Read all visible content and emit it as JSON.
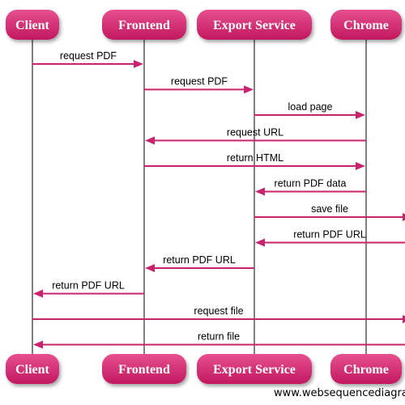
{
  "colors": {
    "accent": "#c8246e",
    "actor_fill_top": "#e6508f",
    "actor_fill_bottom": "#c1185f",
    "actor_text": "#ffffff",
    "lifeline": "#000000"
  },
  "participants": [
    {
      "id": "client",
      "label": "Client"
    },
    {
      "id": "frontend",
      "label": "Frontend"
    },
    {
      "id": "export",
      "label": "Export Service"
    },
    {
      "id": "chrome",
      "label": "Chrome"
    }
  ],
  "messages": [
    {
      "from": "client",
      "to": "frontend",
      "label": "request PDF"
    },
    {
      "from": "frontend",
      "to": "export",
      "label": "request PDF"
    },
    {
      "from": "export",
      "to": "chrome",
      "label": "load page"
    },
    {
      "from": "chrome",
      "to": "frontend",
      "label": "request URL"
    },
    {
      "from": "frontend",
      "to": "chrome",
      "label": "return HTML"
    },
    {
      "from": "chrome",
      "to": "export",
      "label": "return PDF data"
    },
    {
      "from": "export",
      "to": "offscreen",
      "label": "save file"
    },
    {
      "from": "offscreen",
      "to": "export",
      "label": "return PDF URL"
    },
    {
      "from": "export",
      "to": "frontend",
      "label": "return PDF URL"
    },
    {
      "from": "frontend",
      "to": "client",
      "label": "return PDF URL"
    },
    {
      "from": "client",
      "to": "offscreen",
      "label": "request file"
    },
    {
      "from": "offscreen",
      "to": "client",
      "label": "return file"
    }
  ],
  "watermark": "www.websequencediagrams.com"
}
